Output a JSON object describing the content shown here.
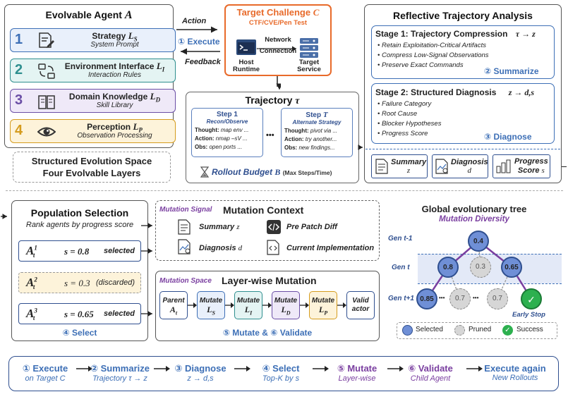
{
  "agent": {
    "title": "Evolvable Agent",
    "title_sym": "A",
    "layers": [
      {
        "num": "1",
        "name": "Strategy",
        "sym": "S",
        "sub": "System Prompt",
        "color": "#3d6fb6",
        "bg": "#e9f0fb",
        "icon": "document-pen-icon"
      },
      {
        "num": "2",
        "name": "Environment Interface",
        "sym": "I",
        "sub": "Interaction Rules",
        "color": "#2f8f8f",
        "bg": "#e4f4f3",
        "icon": "interface-cycle-icon"
      },
      {
        "num": "3",
        "name": "Domain Knowledge",
        "sym": "D",
        "sub": "Skill Library",
        "color": "#6b4fa6",
        "bg": "#efe9f8",
        "icon": "open-book-icon"
      },
      {
        "num": "4",
        "name": "Perception",
        "sym": "P",
        "sub": "Observation Processing",
        "color": "#d59c1e",
        "bg": "#fdf3da",
        "icon": "eye-icon"
      }
    ],
    "caption_line1": "Structured Evolution Space",
    "caption_line2": "Four Evolvable Layers"
  },
  "links": {
    "action": "Action",
    "execute": "① Execute",
    "feedback": "Feedback"
  },
  "challenge": {
    "title": "Target Challenge",
    "title_sym": "C",
    "subtitle": "CTF/CVE/Pen Test",
    "host_line1": "Host",
    "host_line2": "Runtime",
    "network_line1": "Network",
    "network_line2": "Connection",
    "service_line1": "Target",
    "service_line2": "Service"
  },
  "trajectory": {
    "title": "Trajectory",
    "title_sym": "τ",
    "step1": {
      "title": "Step 1",
      "sub": "Recon/Observe",
      "thought": "map env ...",
      "action": "nmap –sV ...",
      "obs": "open ports ..."
    },
    "ellipsis": "•••",
    "stepT": {
      "title": "Step",
      "title_sym": "T",
      "sub": "Alternate Strategy",
      "thought": "pivot via ...",
      "action": "try another...",
      "obs": "new findings..."
    },
    "thought_label": "Thought:",
    "action_label": "Action:",
    "obs_label": "Obs:",
    "budget": "Rollout Budget",
    "budget_sym": "B",
    "budget_note": "(Max Steps/Time)"
  },
  "reflective": {
    "title": "Reflective Trajectory Analysis",
    "stage1": {
      "title": "Stage 1: Trajectory Compression",
      "formula": "τ → z",
      "bullets": [
        "Retain Exploitation-Critical Artifacts",
        "Compress Low-Signal Observations",
        "Preserve Exact Commands"
      ],
      "tag": "② Summarize"
    },
    "stage2": {
      "title": "Stage 2: Structured Diagnosis",
      "formula": "z → d,s",
      "bullets": [
        "Failure Category",
        "Root Cause",
        "Blocker Hypotheses",
        "Progress Score"
      ],
      "tag": "③ Diagnose"
    },
    "outputs": [
      {
        "label": "Summary",
        "sym": "z",
        "icon": "summary-doc-icon"
      },
      {
        "label": "Diagnosis",
        "sym": "d",
        "icon": "diagnosis-chart-icon"
      },
      {
        "label": "Progress",
        "label2": "Score",
        "sym": "s",
        "icon": "bar-chart-icon"
      }
    ]
  },
  "population": {
    "title": "Population Selection",
    "subtitle": "Rank agents by progress score",
    "agents": [
      {
        "label": "A",
        "sup": "1",
        "sub": "t",
        "score": "s = 0.8",
        "status": "selected"
      },
      {
        "label": "A",
        "sup": "2",
        "sub": "t",
        "score": "s = 0.3",
        "status": "(discarded)"
      },
      {
        "label": "A",
        "sup": "3",
        "sub": "t",
        "score": "s = 0.65",
        "status": "selected"
      }
    ],
    "tag": "④ Select"
  },
  "context": {
    "signal_label": "Mutation Signal",
    "title": "Mutation Context",
    "items": [
      {
        "label": "Summary",
        "sym": "z",
        "icon": "summary-doc-icon"
      },
      {
        "label": "Pre Patch Diff",
        "sym": "",
        "icon": "code-brackets-icon"
      },
      {
        "label": "Diagnosis",
        "sym": "d",
        "icon": "diagnosis-chart-icon"
      },
      {
        "label": "Current Implementation",
        "sym": "",
        "icon": "code-file-icon"
      }
    ]
  },
  "mutation": {
    "space_label": "Mutation Space",
    "title": "Layer-wise Mutation",
    "blocks": [
      {
        "line1": "Parent",
        "line2": "A",
        "sub": "t",
        "color": "#2f4f8f",
        "bg": "#ffffff"
      },
      {
        "line1": "Mutate",
        "line2": "L",
        "sub": "S",
        "color": "#3d6fb6",
        "bg": "#e9f0fb"
      },
      {
        "line1": "Mutate",
        "line2": "L",
        "sub": "I",
        "color": "#2f8f8f",
        "bg": "#e4f4f3"
      },
      {
        "line1": "Mutate",
        "line2": "L",
        "sub": "D",
        "color": "#6b4fa6",
        "bg": "#efe9f8"
      },
      {
        "line1": "Mutate",
        "line2": "L",
        "sub": "P",
        "color": "#d59c1e",
        "bg": "#fdf3da"
      },
      {
        "line1": "Valid",
        "line2": "actor",
        "sub": "",
        "color": "#2f4f8f",
        "bg": "#ffffff"
      }
    ],
    "tag": "⑤ Mutate & ⑥ Validate"
  },
  "tree": {
    "title": "Global evolutionary tree",
    "subtitle": "Mutation Diversity",
    "gens": [
      "Gen t-1",
      "Gen t",
      "Gen t+1"
    ],
    "nodes": [
      {
        "value": "0.4",
        "state": "selected"
      },
      {
        "value": "0.8",
        "state": "selected"
      },
      {
        "value": "0.3",
        "state": "pruned"
      },
      {
        "value": "0.65",
        "state": "selected"
      },
      {
        "value": "0.85",
        "state": "selected"
      },
      {
        "value": "0.7",
        "state": "pruned"
      },
      {
        "value": "0.7",
        "state": "pruned"
      },
      {
        "value": "✓",
        "state": "success"
      }
    ],
    "dots": "•••",
    "early_stop": "Early Stop",
    "legend": [
      "Selected",
      "Pruned",
      "Success"
    ],
    "colors": {
      "selected": "#6f8fd6",
      "pruned": "#d6d6d6",
      "success": "#2db04f",
      "edge": "#7a3fa0",
      "gen_bg": "#e3e9f7"
    }
  },
  "flow": [
    {
      "title": "① Execute",
      "sub": "on Target C",
      "color": "#3d6fb6"
    },
    {
      "title": "② Summarize",
      "sub": "Trajectory τ → z",
      "color": "#3d6fb6"
    },
    {
      "title": "③ Diagnose",
      "sub": "z → d,s",
      "color": "#3d6fb6"
    },
    {
      "title": "④ Select",
      "sub": "Top-K by s",
      "color": "#3d6fb6"
    },
    {
      "title": "⑤ Mutate",
      "sub": "Layer-wise",
      "color": "#7a3fa0"
    },
    {
      "title": "⑥ Validate",
      "sub": "Child Agent",
      "color": "#7a3fa0"
    },
    {
      "title": "Execute again",
      "sub": "New Rollouts",
      "color": "#3d6fb6"
    }
  ],
  "colors": {
    "blue": "#3d6fb6",
    "orange": "#e86a2a",
    "purple": "#7a3fa0",
    "navy": "#2f4f8f"
  }
}
